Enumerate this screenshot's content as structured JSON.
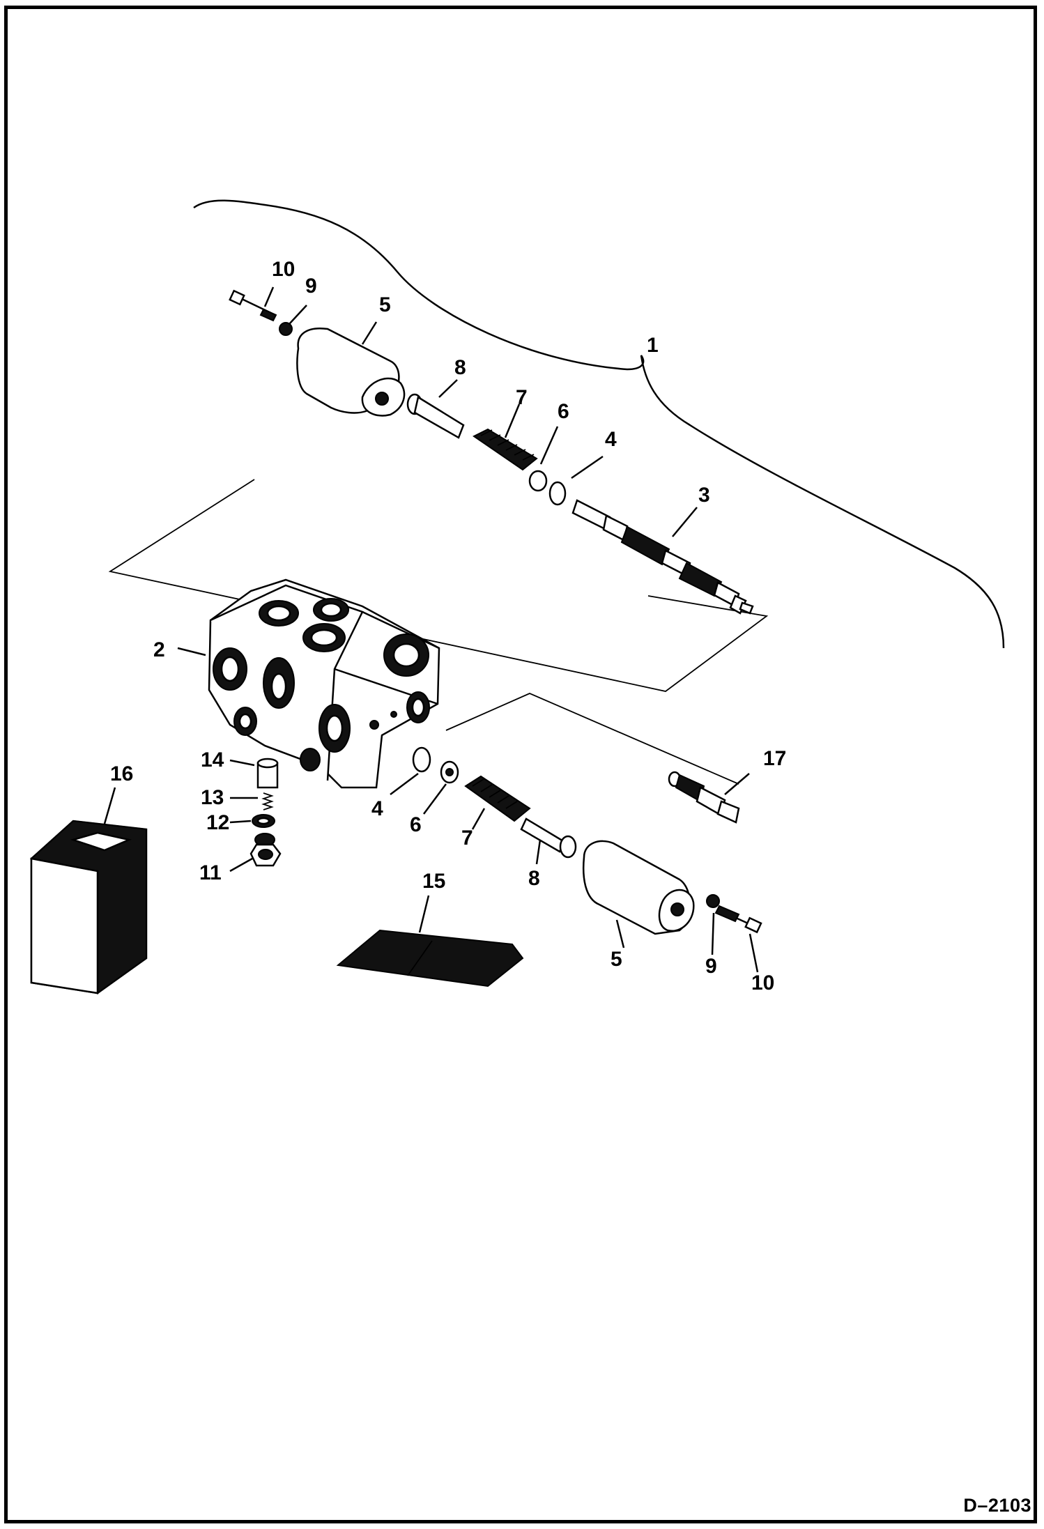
{
  "diagram": {
    "drawing_id": "D–2103",
    "callouts": {
      "c1": "1",
      "c2": "2",
      "c3": "3",
      "c4_top": "4",
      "c4_bottom": "4",
      "c5_top": "5",
      "c5_bottom": "5",
      "c6_top": "6",
      "c6_bottom": "6",
      "c7_top": "7",
      "c7_bottom": "7",
      "c8_top": "8",
      "c8_bottom": "8",
      "c9_top": "9",
      "c9_bottom": "9",
      "c10_top": "10",
      "c10_bottom": "10",
      "c11": "11",
      "c12": "12",
      "c13": "13",
      "c14": "14",
      "c15": "15",
      "c16": "16",
      "c17": "17"
    }
  }
}
